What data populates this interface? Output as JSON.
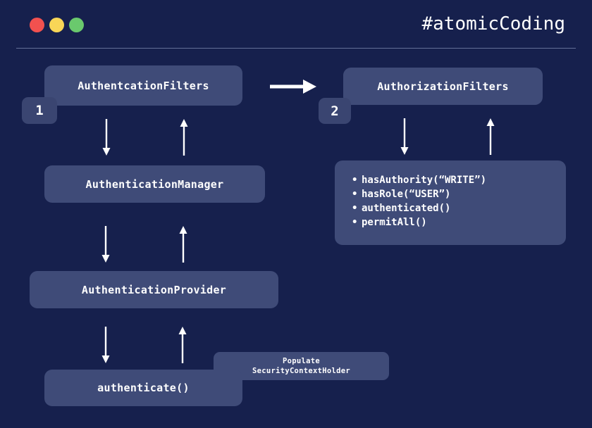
{
  "header": {
    "title": "#atomicCoding",
    "dots": [
      {
        "name": "close-dot",
        "color": "#f2514f"
      },
      {
        "name": "minimize-dot",
        "color": "#f8d657"
      },
      {
        "name": "maximize-dot",
        "color": "#6ac96d"
      }
    ]
  },
  "diagram": {
    "flow_1": {
      "badge": "1",
      "filters_box": "AuthentcationFilters",
      "manager_box": "AuthenticationManager",
      "provider_box": "AuthenticationProvider",
      "authenticate_box": "authenticate()",
      "populate_label_line1": "Populate",
      "populate_label_line2": "SecurityContextHolder"
    },
    "flow_2": {
      "badge": "2",
      "filters_box": "AuthorizationFilters",
      "authority_items": [
        "hasAuthority(“WRITE”)",
        "hasRole(“USER”)",
        "authenticated()",
        "permitAll()"
      ]
    }
  },
  "colors": {
    "background": "#16204d",
    "node_fill": "#3f4b78",
    "badge_fill": "#3a4571",
    "text": "#ffffff",
    "rule": "#8f9ac0"
  }
}
